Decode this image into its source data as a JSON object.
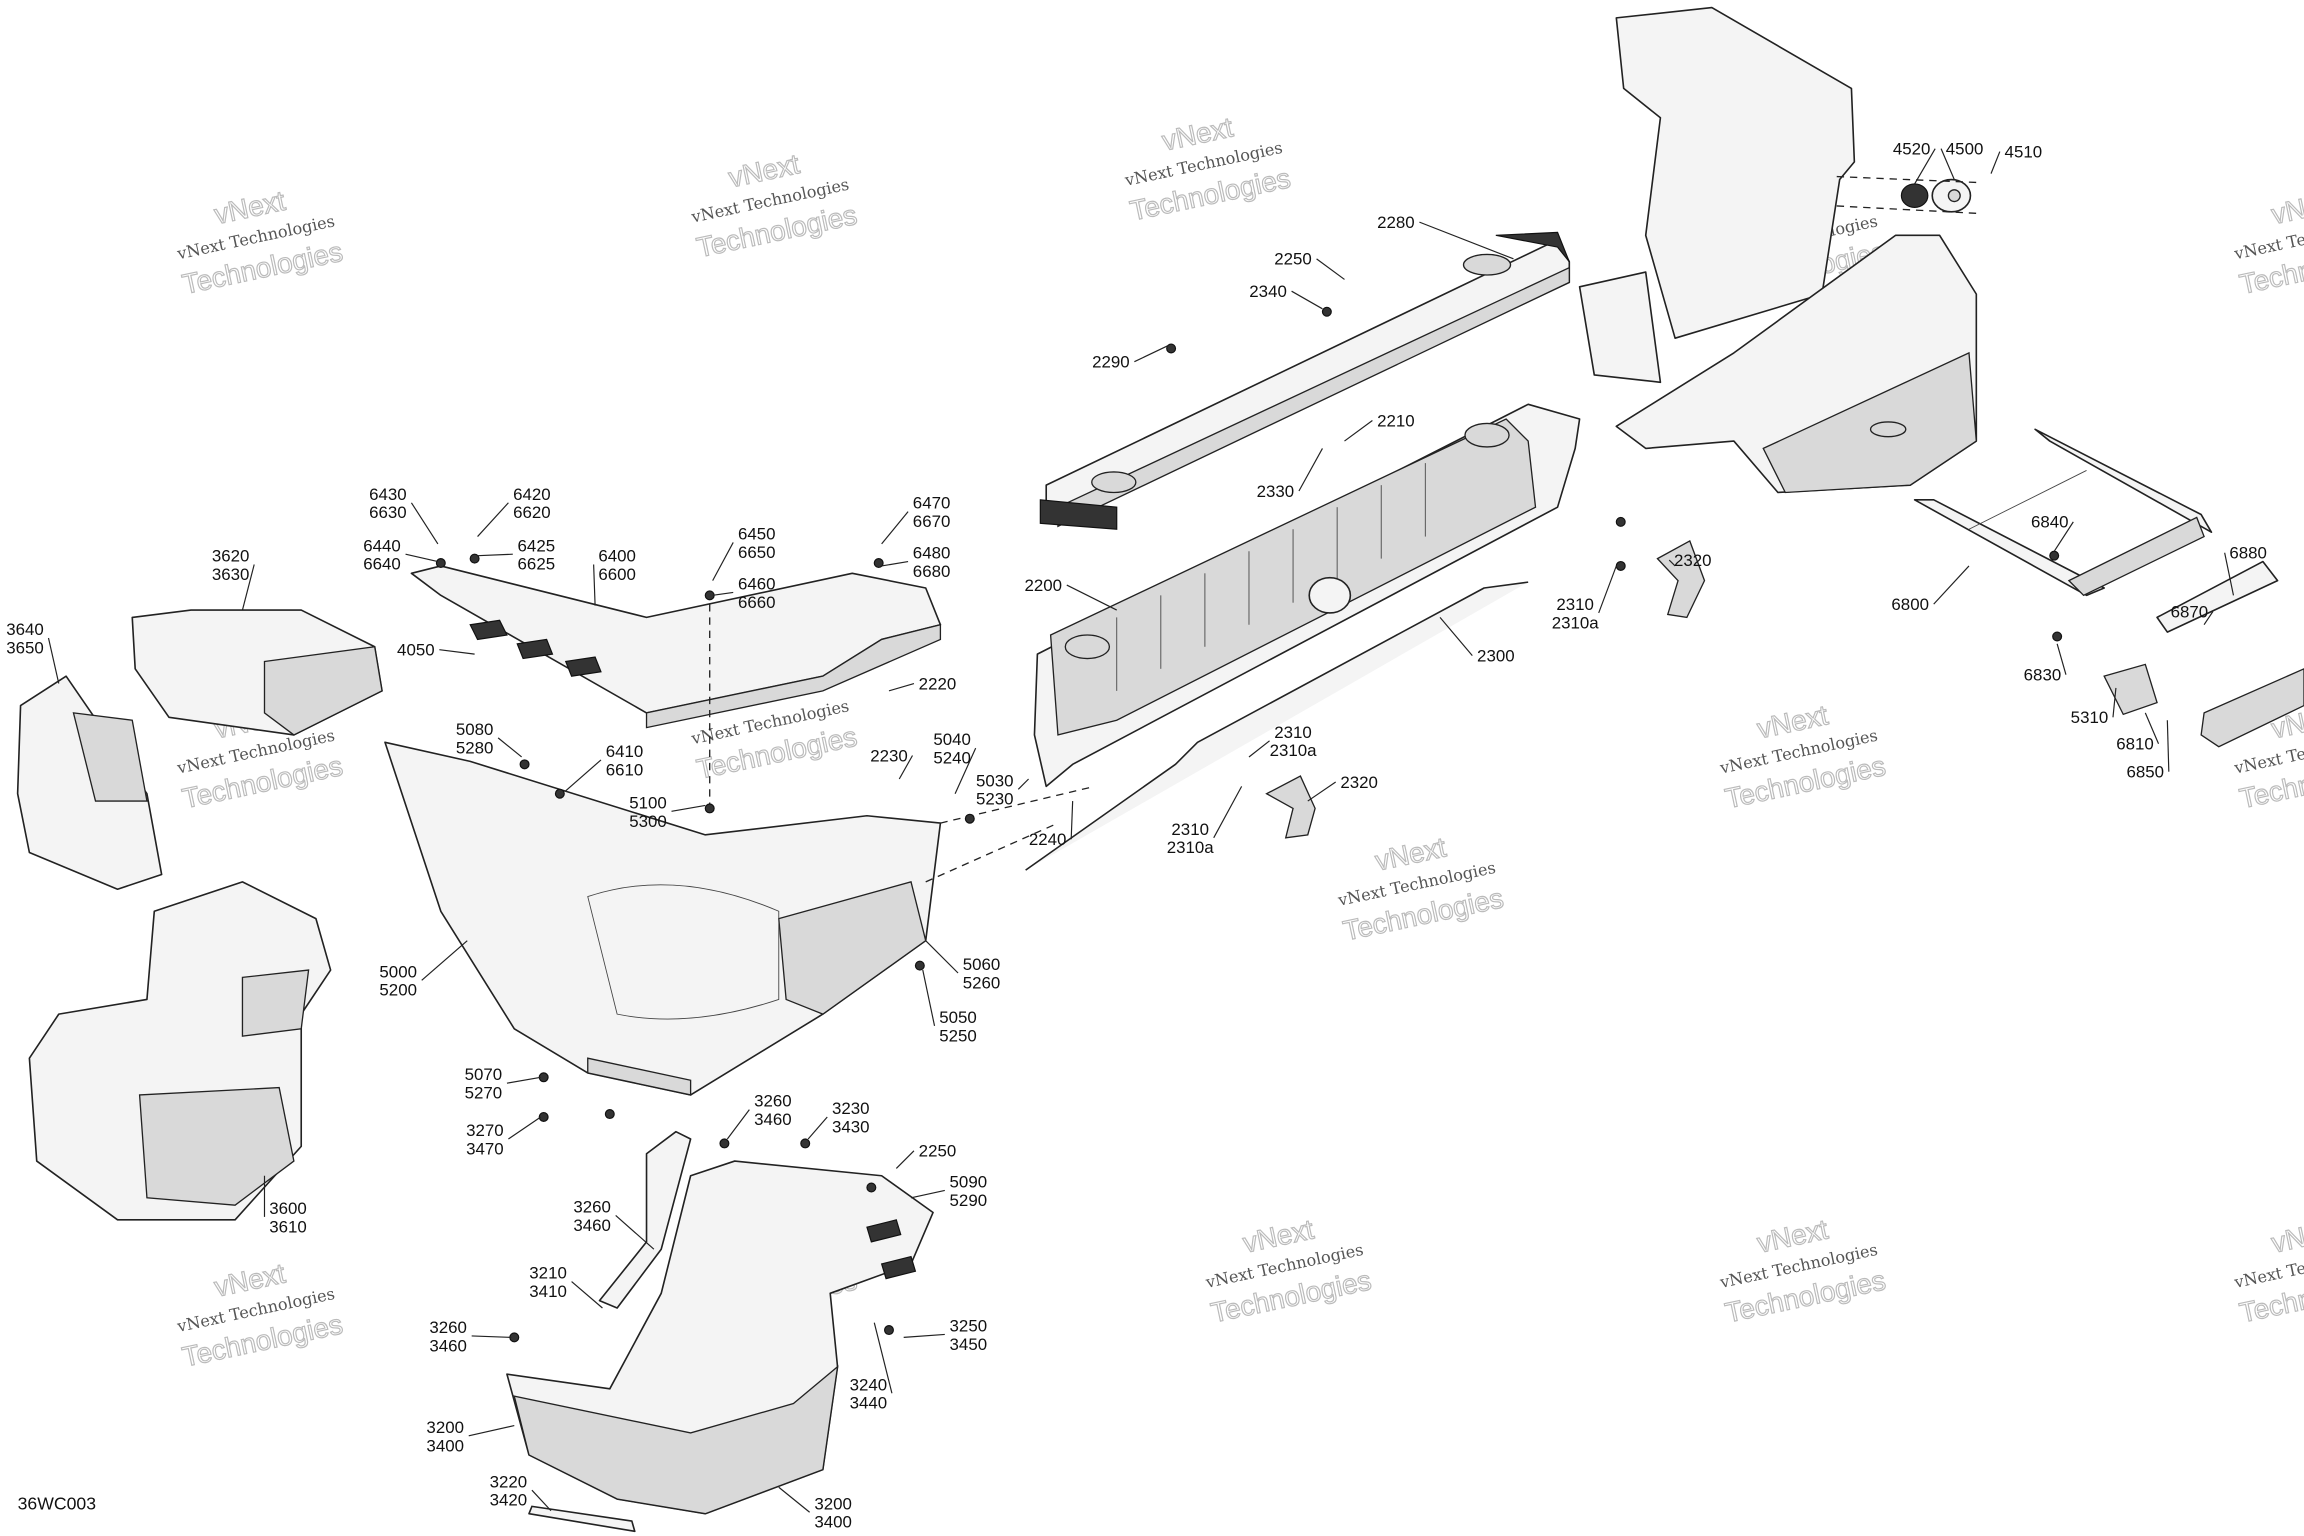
{
  "diagram": {
    "reference_code": "36WC003",
    "watermark": {
      "line1": "vNext Technologies",
      "line2": "vNext",
      "line3": "Technologies"
    },
    "callouts": [
      {
        "lines": [
          "2280"
        ]
      },
      {
        "lines": [
          "2250"
        ]
      },
      {
        "lines": [
          "2340"
        ]
      },
      {
        "lines": [
          "2290"
        ]
      },
      {
        "lines": [
          "2210"
        ]
      },
      {
        "lines": [
          "2330"
        ]
      },
      {
        "lines": [
          "2200"
        ]
      },
      {
        "lines": [
          "2300"
        ]
      },
      {
        "lines": [
          "2310",
          "2310a"
        ]
      },
      {
        "lines": [
          "2320"
        ]
      },
      {
        "lines": [
          "2310",
          "2310a"
        ]
      },
      {
        "lines": [
          "2320"
        ]
      },
      {
        "lines": [
          "2310",
          "2310a"
        ]
      },
      {
        "lines": [
          "2240"
        ]
      },
      {
        "lines": [
          "4520"
        ]
      },
      {
        "lines": [
          "4500"
        ]
      },
      {
        "lines": [
          "4510"
        ]
      },
      {
        "lines": [
          "6840"
        ]
      },
      {
        "lines": [
          "6880"
        ]
      },
      {
        "lines": [
          "6800"
        ]
      },
      {
        "lines": [
          "6870"
        ]
      },
      {
        "lines": [
          "6830"
        ]
      },
      {
        "lines": [
          "5310"
        ]
      },
      {
        "lines": [
          "6810"
        ]
      },
      {
        "lines": [
          "6850"
        ]
      },
      {
        "lines": [
          "6430",
          "6630"
        ]
      },
      {
        "lines": [
          "6420",
          "6620"
        ]
      },
      {
        "lines": [
          "6440",
          "6640"
        ]
      },
      {
        "lines": [
          "6425",
          "6625"
        ]
      },
      {
        "lines": [
          "6400",
          "6600"
        ]
      },
      {
        "lines": [
          "6450",
          "6650"
        ]
      },
      {
        "lines": [
          "6460",
          "6660"
        ]
      },
      {
        "lines": [
          "6470",
          "6670"
        ]
      },
      {
        "lines": [
          "6480",
          "6680"
        ]
      },
      {
        "lines": [
          "3620",
          "3630"
        ]
      },
      {
        "lines": [
          "3640",
          "3650"
        ]
      },
      {
        "lines": [
          "4050"
        ]
      },
      {
        "lines": [
          "2220"
        ]
      },
      {
        "lines": [
          "5080",
          "5280"
        ]
      },
      {
        "lines": [
          "6410",
          "6610"
        ]
      },
      {
        "lines": [
          "5100",
          "5300"
        ]
      },
      {
        "lines": [
          "2230"
        ]
      },
      {
        "lines": [
          "5040",
          "5240"
        ]
      },
      {
        "lines": [
          "5030",
          "5230"
        ]
      },
      {
        "lines": [
          "5000",
          "5200"
        ]
      },
      {
        "lines": [
          "5060",
          "5260"
        ]
      },
      {
        "lines": [
          "5050",
          "5250"
        ]
      },
      {
        "lines": [
          "5070",
          "5270"
        ]
      },
      {
        "lines": [
          "3270",
          "3470"
        ]
      },
      {
        "lines": [
          "3260",
          "3460"
        ]
      },
      {
        "lines": [
          "3230",
          "3430"
        ]
      },
      {
        "lines": [
          "2250"
        ]
      },
      {
        "lines": [
          "5090",
          "5290"
        ]
      },
      {
        "lines": [
          "3600",
          "3610"
        ]
      },
      {
        "lines": [
          "3260",
          "3460"
        ]
      },
      {
        "lines": [
          "3210",
          "3410"
        ]
      },
      {
        "lines": [
          "3260",
          "3460"
        ]
      },
      {
        "lines": [
          "3250",
          "3450"
        ]
      },
      {
        "lines": [
          "3240",
          "3440"
        ]
      },
      {
        "lines": [
          "3200",
          "3400"
        ]
      },
      {
        "lines": [
          "3220",
          "3420"
        ]
      },
      {
        "lines": [
          "3200",
          "3400"
        ]
      }
    ]
  }
}
